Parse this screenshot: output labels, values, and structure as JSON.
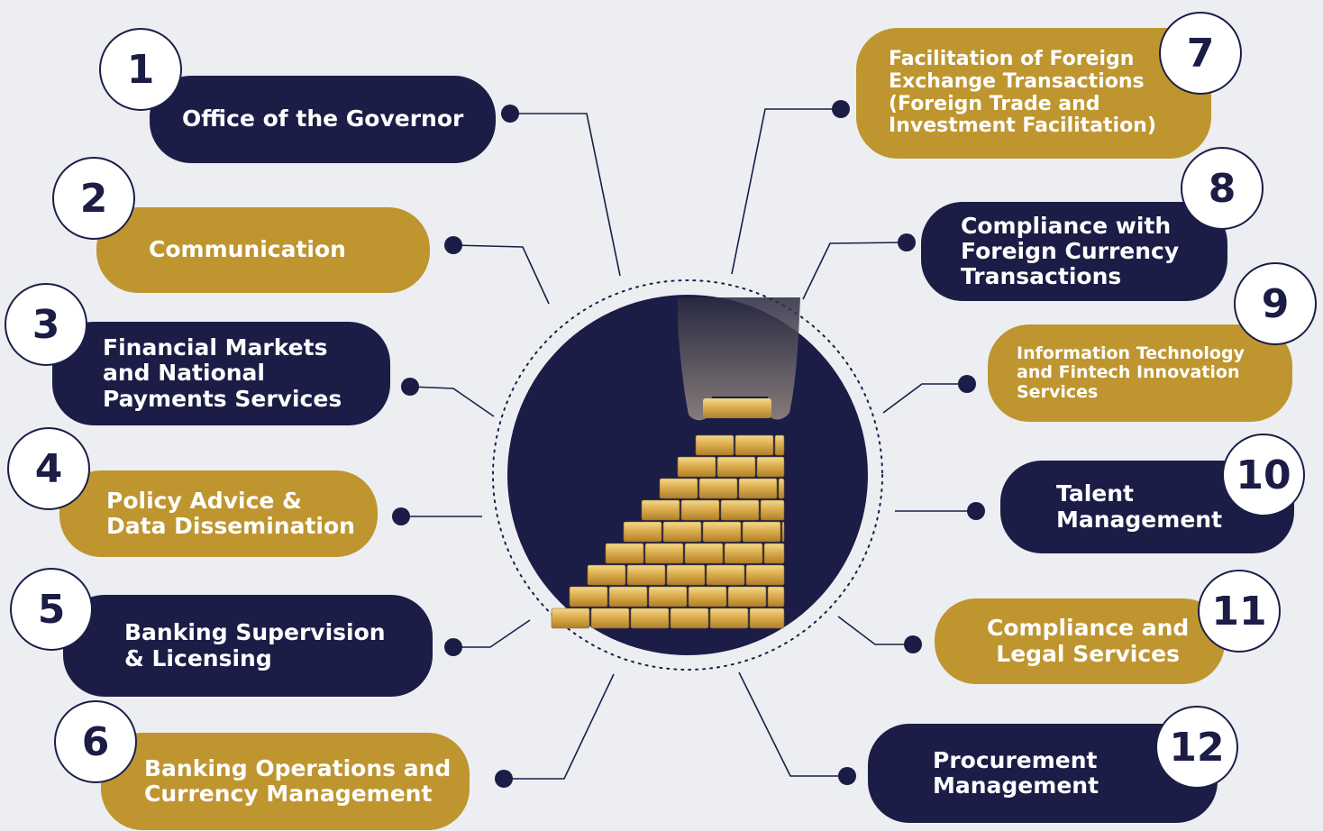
{
  "items": [
    {
      "number": "1",
      "label": "Office of the Governor"
    },
    {
      "number": "2",
      "label": "Communication"
    },
    {
      "number": "3",
      "label": "Financial Markets\nand National\nPayments Services"
    },
    {
      "number": "4",
      "label": "Policy Advice &\nData Dissemination"
    },
    {
      "number": "5",
      "label": "Banking Supervision\n& Licensing"
    },
    {
      "number": "6",
      "label": "Banking Operations and\nCurrency Management"
    },
    {
      "number": "7",
      "label": "Facilitation of Foreign\nExchange Transactions\n(Foreign Trade and\nInvestment Facilitation)"
    },
    {
      "number": "8",
      "label": "Compliance with\nForeign Currency\nTransactions"
    },
    {
      "number": "9",
      "label": "Information Technology\nand Fintech Innovation\nServices"
    },
    {
      "number": "10",
      "label": "Talent\nManagement"
    },
    {
      "number": "11",
      "label": "Compliance and\nLegal Services"
    },
    {
      "number": "12",
      "label": "Procurement\nManagement"
    }
  ],
  "colors": {
    "navy": "#1b1d46",
    "gold": "#bf9530",
    "background": "#eceef2"
  }
}
